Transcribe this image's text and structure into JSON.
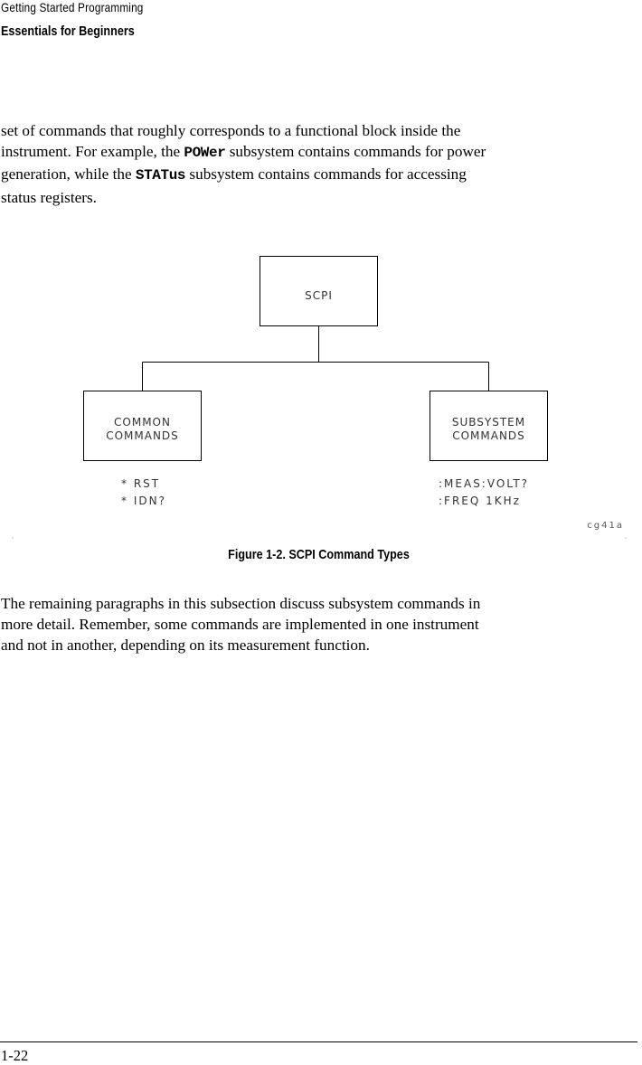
{
  "header": {
    "chapter": "Getting Started Programming",
    "section": "Essentials for Beginners"
  },
  "intro_paragraph": {
    "line1": "set of commands that roughly corresponds to a functional block inside the",
    "line2_a": "instrument.  For example, the ",
    "line2_kw": "POWer",
    "line2_b": " subsystem contains commands for power",
    "line3_a": "generation, while the ",
    "line3_kw": "STATus",
    "line3_b": " subsystem contains commands for accessing",
    "line4": "status registers."
  },
  "figure": {
    "root_box": "SCPI",
    "common_box": [
      "COMMON",
      "COMMANDS"
    ],
    "subsystem_box": [
      "SUBSYSTEM",
      "COMMANDS"
    ],
    "common_examples": [
      "* RST",
      "* IDN?"
    ],
    "subsystem_examples": [
      ":MEAS:VOLT?",
      ":FREQ  1KHz"
    ],
    "figure_id": "cg41a",
    "caption": "Figure 1-2. SCPI Command Types"
  },
  "closing_paragraph": {
    "line1": "The remaining paragraphs in this subsection discuss subsystem commands in",
    "line2": "more detail.  Remember, some commands are implemented in one instrument",
    "line3": "and not in another, depending on its measurement function."
  },
  "footer": {
    "page_number": "1-22"
  }
}
